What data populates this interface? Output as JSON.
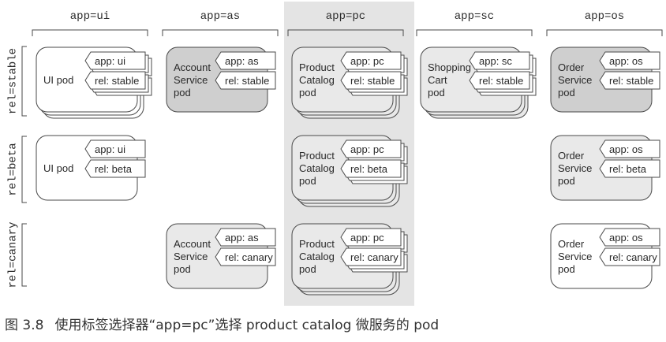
{
  "columns": [
    {
      "id": "ui",
      "label": "app=ui"
    },
    {
      "id": "as",
      "label": "app=as"
    },
    {
      "id": "pc",
      "label": "app=pc"
    },
    {
      "id": "sc",
      "label": "app=sc"
    },
    {
      "id": "os",
      "label": "app=os"
    }
  ],
  "rows": [
    {
      "id": "stable",
      "label": "rel=stable"
    },
    {
      "id": "beta",
      "label": "rel=beta"
    },
    {
      "id": "canary",
      "label": "rel=canary"
    }
  ],
  "highlight_column": "pc",
  "pods": [
    {
      "col": "ui",
      "row": "stable",
      "name": [
        "UI pod"
      ],
      "app_label": "app: ui",
      "rel_label": "rel: stable",
      "style": "white",
      "stacked": true
    },
    {
      "col": "ui",
      "row": "beta",
      "name": [
        "UI pod"
      ],
      "app_label": "app: ui",
      "rel_label": "rel: beta",
      "style": "white",
      "stacked": false
    },
    {
      "col": "as",
      "row": "stable",
      "name": [
        "Account",
        "Service",
        "pod"
      ],
      "app_label": "app: as",
      "rel_label": "rel: stable",
      "style": "dark",
      "stacked": false
    },
    {
      "col": "as",
      "row": "canary",
      "name": [
        "Account",
        "Service",
        "pod"
      ],
      "app_label": "app: as",
      "rel_label": "rel: canary",
      "style": "light",
      "stacked": false
    },
    {
      "col": "pc",
      "row": "stable",
      "name": [
        "Product",
        "Catalog",
        "pod"
      ],
      "app_label": "app: pc",
      "rel_label": "rel: stable",
      "style": "light",
      "stacked": true
    },
    {
      "col": "pc",
      "row": "beta",
      "name": [
        "Product",
        "Catalog",
        "pod"
      ],
      "app_label": "app: pc",
      "rel_label": "rel: beta",
      "style": "light",
      "stacked": true
    },
    {
      "col": "pc",
      "row": "canary",
      "name": [
        "Product",
        "Catalog",
        "pod"
      ],
      "app_label": "app: pc",
      "rel_label": "rel: canary",
      "style": "light",
      "stacked": true
    },
    {
      "col": "sc",
      "row": "stable",
      "name": [
        "Shopping",
        "Cart",
        "pod"
      ],
      "app_label": "app: sc",
      "rel_label": "rel: stable",
      "style": "light",
      "stacked": true
    },
    {
      "col": "os",
      "row": "stable",
      "name": [
        "Order",
        "Service",
        "pod"
      ],
      "app_label": "app: os",
      "rel_label": "rel: stable",
      "style": "dark",
      "stacked": false
    },
    {
      "col": "os",
      "row": "beta",
      "name": [
        "Order",
        "Service",
        "pod"
      ],
      "app_label": "app: os",
      "rel_label": "rel: beta",
      "style": "light",
      "stacked": false
    },
    {
      "col": "os",
      "row": "canary",
      "name": [
        "Order",
        "Service",
        "pod"
      ],
      "app_label": "app: os",
      "rel_label": "rel: canary",
      "style": "white",
      "stacked": false
    }
  ],
  "colors": {
    "highlight_bg": "#e4e4e4",
    "pod_white": "#ffffff",
    "pod_light": "#e9e9e9",
    "pod_dark": "#cfcfcf",
    "stroke": "#4a4a4a",
    "text": "#2a2a2a"
  },
  "caption": {
    "number": "图 3.8",
    "text": "使用标签选择器“app=pc”选择 product catalog 微服务的 pod"
  }
}
